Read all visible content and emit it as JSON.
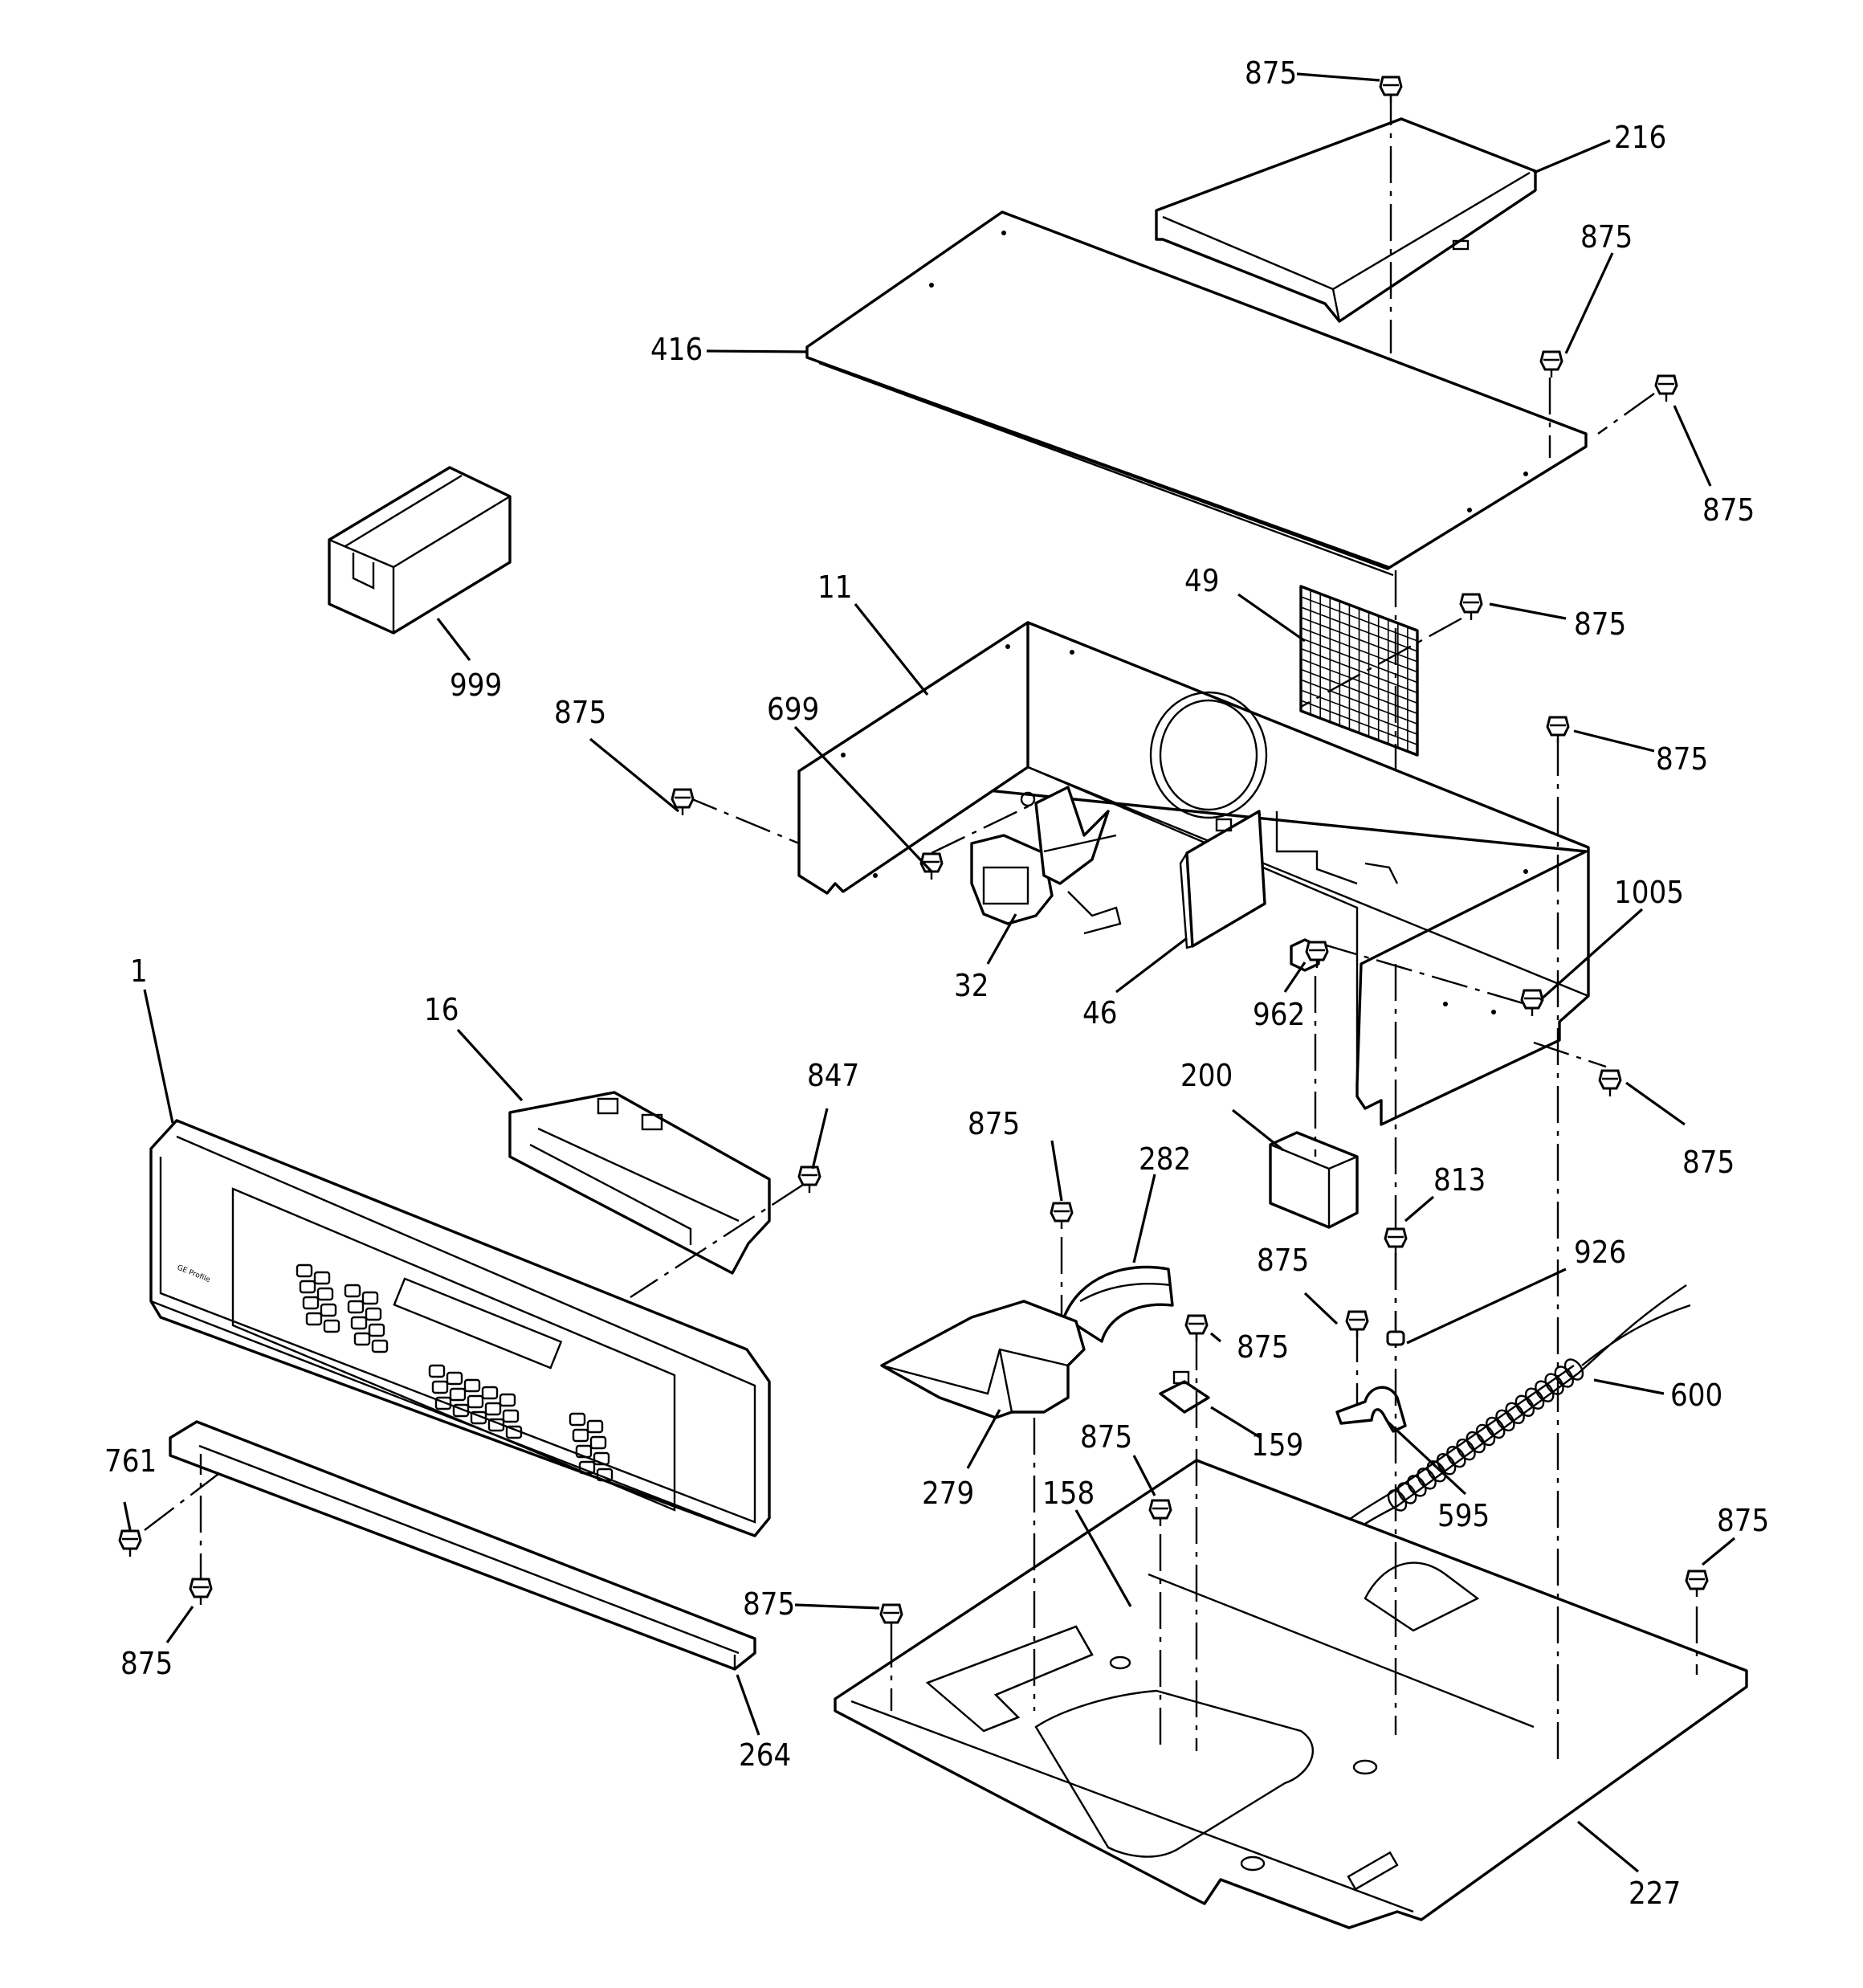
{
  "callouts": [
    {
      "id": "c875-top",
      "label": "875"
    },
    {
      "id": "c216",
      "label": "216"
    },
    {
      "id": "c875-a",
      "label": "875"
    },
    {
      "id": "c416",
      "label": "416"
    },
    {
      "id": "c875-b",
      "label": "875"
    },
    {
      "id": "c999",
      "label": "999"
    },
    {
      "id": "c49",
      "label": "49"
    },
    {
      "id": "c875-c",
      "label": "875"
    },
    {
      "id": "c11",
      "label": "11"
    },
    {
      "id": "c875-d",
      "label": "875"
    },
    {
      "id": "c699",
      "label": "699"
    },
    {
      "id": "c875-e",
      "label": "875"
    },
    {
      "id": "c1005",
      "label": "1005"
    },
    {
      "id": "c32",
      "label": "32"
    },
    {
      "id": "c46",
      "label": "46"
    },
    {
      "id": "c962",
      "label": "962"
    },
    {
      "id": "c1",
      "label": "1"
    },
    {
      "id": "c16",
      "label": "16"
    },
    {
      "id": "c847",
      "label": "847"
    },
    {
      "id": "c200",
      "label": "200"
    },
    {
      "id": "c875-f",
      "label": "875"
    },
    {
      "id": "c875-g",
      "label": "875"
    },
    {
      "id": "c282",
      "label": "282"
    },
    {
      "id": "c813",
      "label": "813"
    },
    {
      "id": "c875-h",
      "label": "875"
    },
    {
      "id": "c926",
      "label": "926"
    },
    {
      "id": "c875-i",
      "label": "875"
    },
    {
      "id": "c600",
      "label": "600"
    },
    {
      "id": "c761",
      "label": "761"
    },
    {
      "id": "c159",
      "label": "159"
    },
    {
      "id": "c875-j",
      "label": "875"
    },
    {
      "id": "c158",
      "label": "158"
    },
    {
      "id": "c279",
      "label": "279"
    },
    {
      "id": "c595",
      "label": "595"
    },
    {
      "id": "c875-k",
      "label": "875"
    },
    {
      "id": "c875-l",
      "label": "875"
    },
    {
      "id": "c875-m",
      "label": "875"
    },
    {
      "id": "c264",
      "label": "264"
    },
    {
      "id": "c227",
      "label": "227"
    }
  ]
}
